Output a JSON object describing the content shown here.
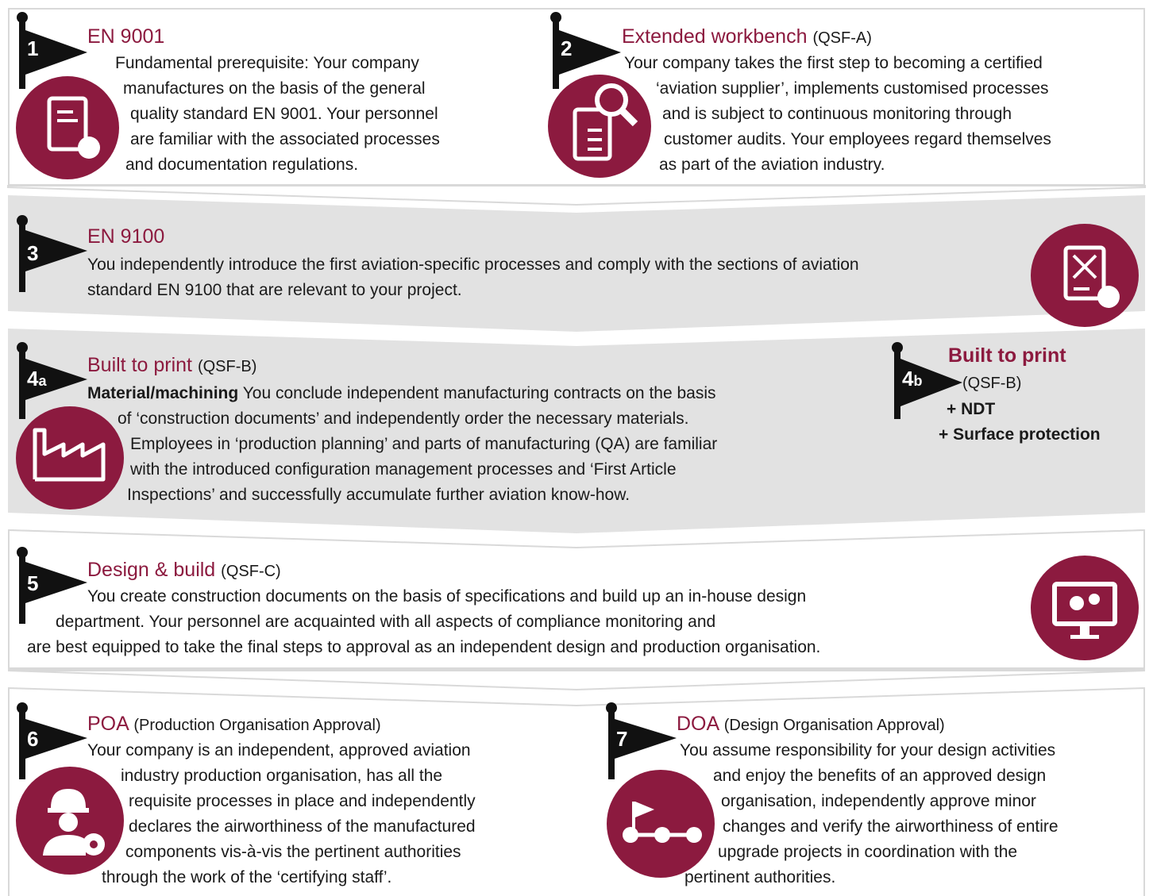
{
  "colors": {
    "accent": "#8c1a3f",
    "gray_band": "#e2e2e2",
    "border": "#d9d9d9",
    "flag": "#111111"
  },
  "steps": {
    "s1": {
      "num": "1",
      "title": "EN 9001",
      "icon": "document-certificate-icon",
      "lines": [
        "Fundamental prerequisite: Your company",
        "manufactures on the basis of the general",
        "quality standard EN 9001. Your personnel",
        "are familiar with the associated processes",
        "and documentation regulations."
      ]
    },
    "s2": {
      "num": "2",
      "title": "Extended workbench",
      "suffix": "(QSF-A)",
      "icon": "checklist-magnifier-icon",
      "lines": [
        "Your company takes the first step to becoming a certified",
        "‘aviation supplier’, implements customised processes",
        "and is subject to continuous monitoring through",
        "customer audits. Your employees regard themselves",
        "as part of the aviation industry."
      ]
    },
    "s3": {
      "num": "3",
      "title": "EN 9100",
      "icon": "aviation-document-icon",
      "lines": [
        "You independently introduce the first aviation-specific processes and comply with the sections of aviation",
        "standard EN 9100 that are relevant to your project."
      ]
    },
    "s4a": {
      "num": "4",
      "num_sub": "a",
      "title": "Built to print",
      "suffix": "(QSF-B)",
      "icon": "factory-icon",
      "bold_lead": "Material/machining",
      "lines": [
        "You conclude independent manufacturing contracts on the basis",
        "of ‘construction documents’ and independently order the necessary materials.",
        "Employees in ‘production planning’ and parts of manufacturing (QA) are familiar",
        "with the introduced configuration management processes and ‘First Article",
        "Inspections’ and successfully accumulate further aviation know-how."
      ]
    },
    "s4b": {
      "num": "4",
      "num_sub": "b",
      "title": "Built to print",
      "suffix": "(QSF-B)",
      "extra1": "+ NDT",
      "extra2": "+ Surface protection"
    },
    "s5": {
      "num": "5",
      "title": "Design & build",
      "suffix": "(QSF-C)",
      "icon": "monitor-gears-icon",
      "lines": [
        "You create construction documents on the basis of specifications and build up an in-house design",
        "department. Your personnel are acquainted with all aspects of compliance monitoring and",
        "are best equipped to take the final steps to approval as an independent design and production organisation."
      ]
    },
    "s6": {
      "num": "6",
      "title": "POA",
      "suffix": "(Production Organisation Approval)",
      "icon": "engineer-gear-icon",
      "lines": [
        "Your company is an independent, approved aviation",
        "industry production organisation, has all the",
        "requisite processes in place and independently",
        "declares the airworthiness of the manufactured",
        "components vis-à-vis the pertinent authorities",
        "through the work of the ‘certifying staff’."
      ]
    },
    "s7": {
      "num": "7",
      "title": "DOA",
      "suffix": "(Design Organisation Approval)",
      "icon": "flag-route-icon",
      "lines": [
        "You assume responsibility for your design activities",
        "and enjoy the benefits of an approved design",
        "organisation, independently approve minor",
        "changes and verify the airworthiness of entire",
        "upgrade projects in coordination with the",
        "pertinent authorities."
      ]
    }
  }
}
